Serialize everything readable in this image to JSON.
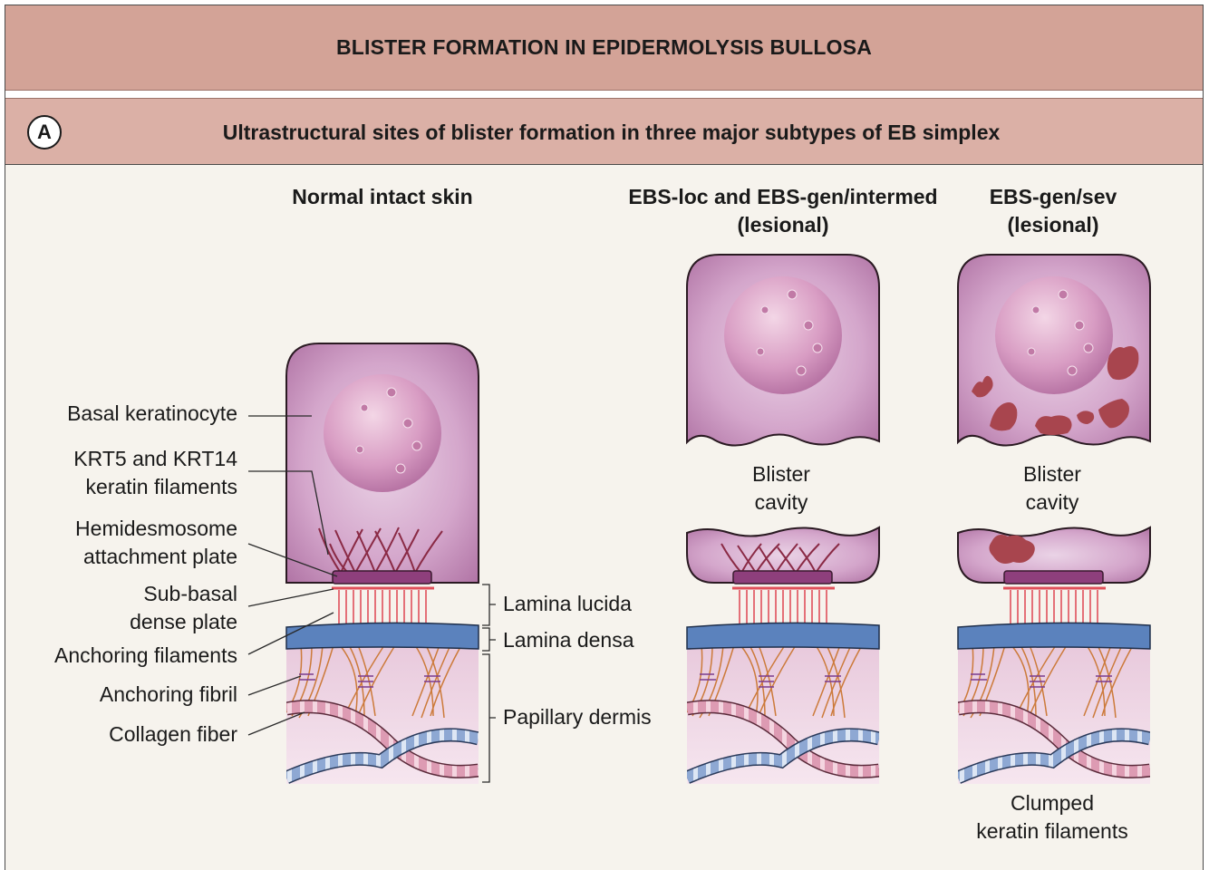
{
  "title": "BLISTER FORMATION IN EPIDERMOLYSIS BULLOSA",
  "panel": {
    "badge": "A",
    "subtitle": "Ultrastructural sites of blister formation in three major subtypes of EB simplex"
  },
  "columns": {
    "normal": {
      "title": "Normal intact skin"
    },
    "loc": {
      "title_line1": "EBS-loc and EBS-gen/intermed",
      "title_line2": "(lesional)"
    },
    "sev": {
      "title_line1": "EBS-gen/sev",
      "title_line2": "(lesional)"
    }
  },
  "left_labels": {
    "basal_keratinocyte": "Basal keratinocyte",
    "keratin_line1": "KRT5 and KRT14",
    "keratin_line2": "keratin filaments",
    "hemi_line1": "Hemidesmosome",
    "hemi_line2": "attachment plate",
    "subbasal_line1": "Sub-basal",
    "subbasal_line2": "dense plate",
    "anchoring_filaments": "Anchoring filaments",
    "anchoring_fibril": "Anchoring fibril",
    "collagen_fiber": "Collagen fiber"
  },
  "right_labels": {
    "lamina_lucida": "Lamina lucida",
    "lamina_densa": "Lamina densa",
    "papillary_dermis": "Papillary dermis"
  },
  "cavity_labels": {
    "loc_line1": "Blister",
    "loc_line2": "cavity",
    "sev_line1": "Blister",
    "sev_line2": "cavity"
  },
  "bottom_note": {
    "line1": "Clumped",
    "line2": "keratin filaments"
  },
  "colors": {
    "cell": "#c48bb8",
    "nucleus": "#cf93bc",
    "filament": "#8a2a45",
    "plate": "#8e3f7c",
    "lamina_lucida": "#e0505a",
    "lamina_densa": "#5b82bd",
    "dermis": "#f1dde8",
    "anchoring_fibril": "#cc7a3a",
    "clump": "#a8454e",
    "header_bar": "#d3a397",
    "subheader_bar": "#dbb0a6"
  }
}
